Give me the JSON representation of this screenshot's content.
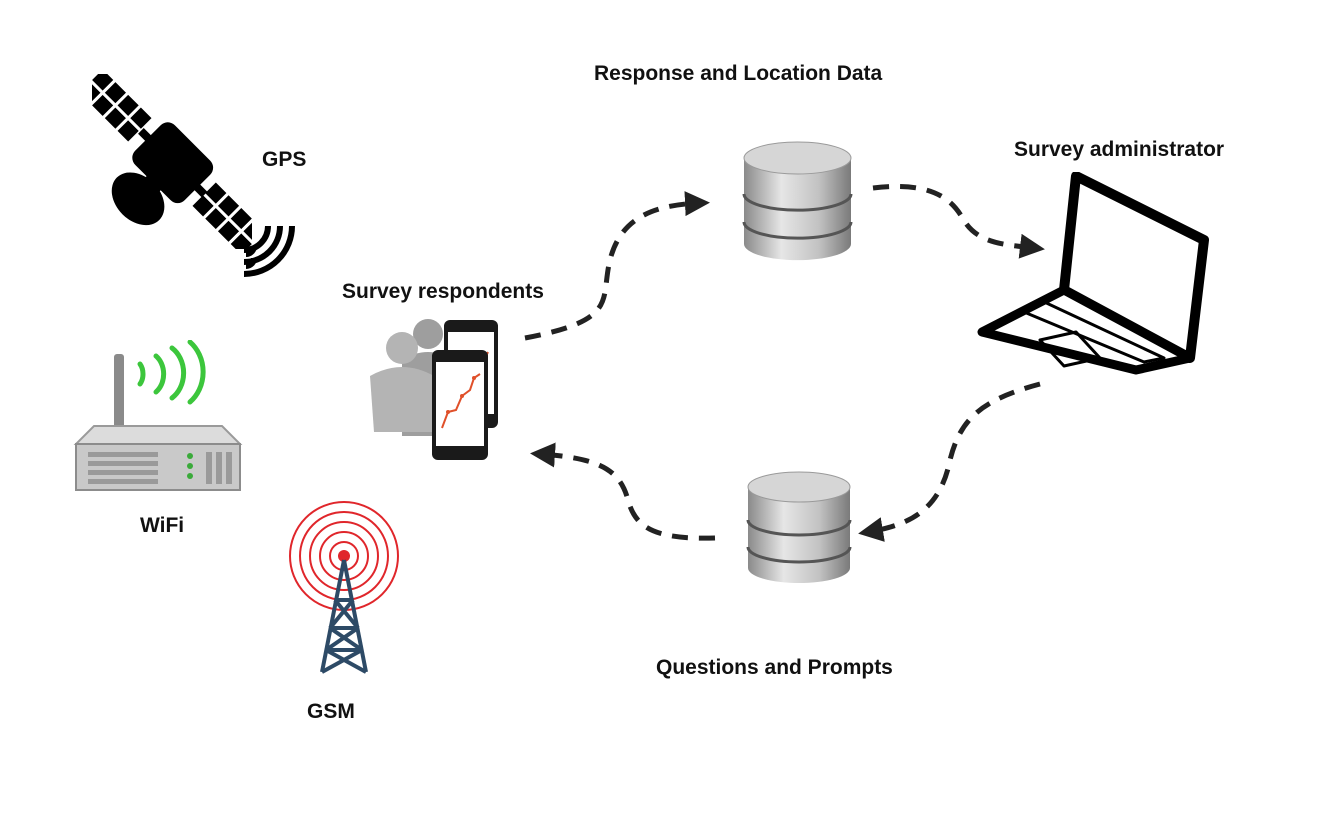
{
  "labels": {
    "gps": "GPS",
    "wifi": "WiFi",
    "gsm": "GSM",
    "respondents": "Survey respondents",
    "administrator": "Survey administrator",
    "response_data": "Response and Location Data",
    "questions": "Questions and Prompts"
  },
  "icons": {
    "satellite": "satellite-icon",
    "signal": "signal-waves-icon",
    "router": "wifi-router-icon",
    "tower": "cell-tower-icon",
    "respondents": "respondents-phones-icon",
    "database_top": "database-icon",
    "database_bottom": "database-icon",
    "laptop": "laptop-icon"
  },
  "colors": {
    "wifi_waves": "#3cc63c",
    "tower_rings": "#e0262b",
    "tower_body": "#2d4a66",
    "route_line": "#e0502a",
    "arrows": "#222222"
  }
}
